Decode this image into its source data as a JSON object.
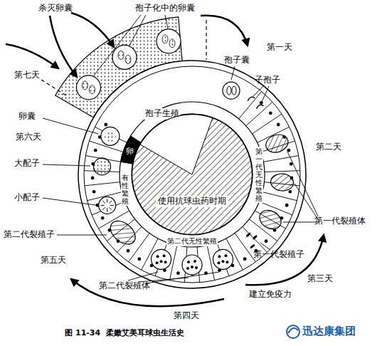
{
  "diagram": {
    "caption": "图 11-34  柔嫩艾美耳球虫生活史",
    "nodes": [
      {
        "text": [
          "孢子生殖"
        ]
      },
      {
        "text": [
          "第一代无性繁殖"
        ]
      },
      {
        "text": [
          "第二代无性繁殖"
        ]
      },
      {
        "text": [
          "有性繁殖"
        ]
      },
      {
        "text": [
          "卵"
        ]
      },
      {
        "text": [
          "使用抗球虫药时期"
        ]
      }
    ],
    "labels": [
      "杀灭卵囊",
      "孢子化中的卵囊",
      "第七天",
      "孢子囊",
      "子孢子",
      "第一天",
      "卵囊",
      "第六天",
      "大配子",
      "第二天",
      "小配子",
      "第一代裂殖体",
      "第二代裂殖子",
      "第一代裂殖子",
      "第五天",
      "第三天",
      "第二代裂殖体",
      "建立免疫力",
      "第四天",
      "迅达康集团"
    ]
  }
}
